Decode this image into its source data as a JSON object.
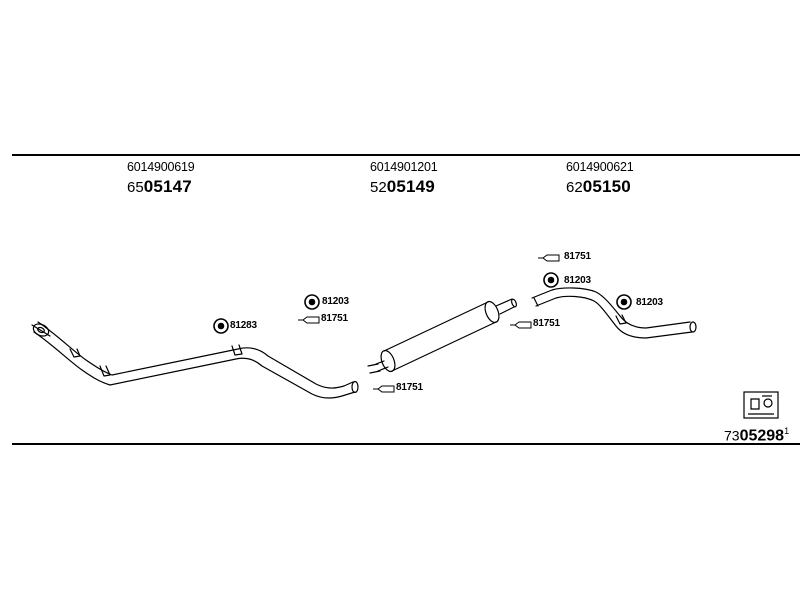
{
  "parts": [
    {
      "oem": "6014900619",
      "ref_prefix": "65",
      "ref_main": "05147"
    },
    {
      "oem": "6014901201",
      "ref_prefix": "52",
      "ref_main": "05149"
    },
    {
      "oem": "6014900621",
      "ref_prefix": "62",
      "ref_main": "05150"
    }
  ],
  "callouts": {
    "front_rubber": "81283",
    "front_mount": "81203",
    "front_clamp": "81751",
    "mid_inlet_clamp": "81751",
    "mid_outlet_clamp": "81751",
    "rear_top_clamp": "81751",
    "rear_mount_left": "81203",
    "rear_mount_right": "81203"
  },
  "catalog": {
    "prefix": "73",
    "main": "05298",
    "sup": "1"
  }
}
